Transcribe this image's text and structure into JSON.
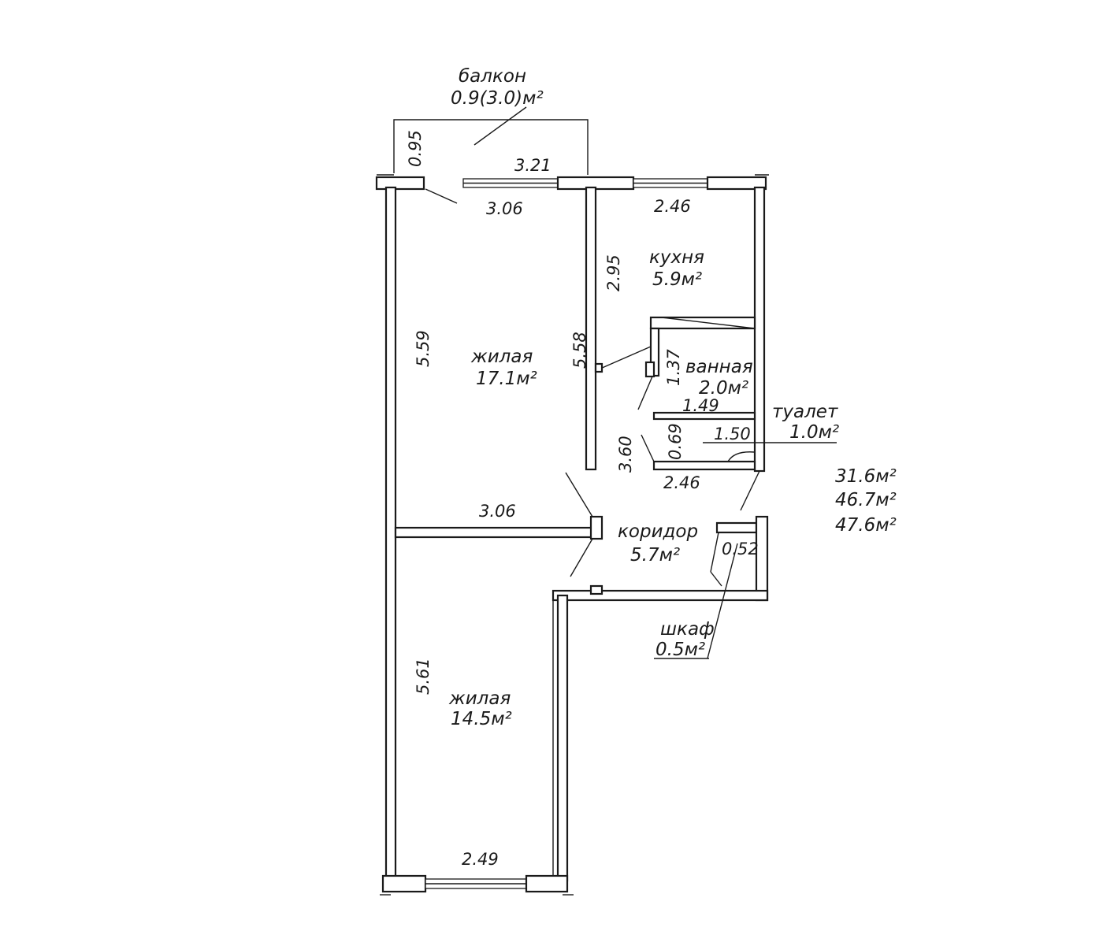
{
  "rooms": {
    "balcony": {
      "name": "балкон",
      "area": "0.9(3.0)м²"
    },
    "living1": {
      "name": "жилая",
      "area": "17.1м²"
    },
    "kitchen": {
      "name": "кухня",
      "area": "5.9м²"
    },
    "bathroom": {
      "name": "ванная",
      "area": "2.0м²"
    },
    "toilet": {
      "name": "туалет",
      "area": "1.0м²"
    },
    "corridor": {
      "name": "коридор",
      "area": "5.7м²"
    },
    "wardrobe": {
      "name": "шкаф",
      "area": "0.5м²"
    },
    "living2": {
      "name": "жилая",
      "area": "14.5м²"
    }
  },
  "totals": [
    "31.6м²",
    "46.7м²",
    "47.6м²"
  ],
  "dimensions": {
    "balcony_depth": "0.95",
    "balcony_width": "3.21",
    "living1_width_top": "3.06",
    "living1_width_bottom": "3.06",
    "living1_length": "5.59",
    "living1_right_wall": "5.58",
    "kitchen_width": "2.46",
    "kitchen_depth": "2.95",
    "bath_depth": "1.37",
    "bath_width": "1.49",
    "toilet_depth": "0.69",
    "toilet_width": "1.50",
    "corridor_length": "3.60",
    "corridor_width": "2.46",
    "wardrobe_width": "0.52",
    "living2_length": "5.61",
    "living2_width": "2.49"
  }
}
